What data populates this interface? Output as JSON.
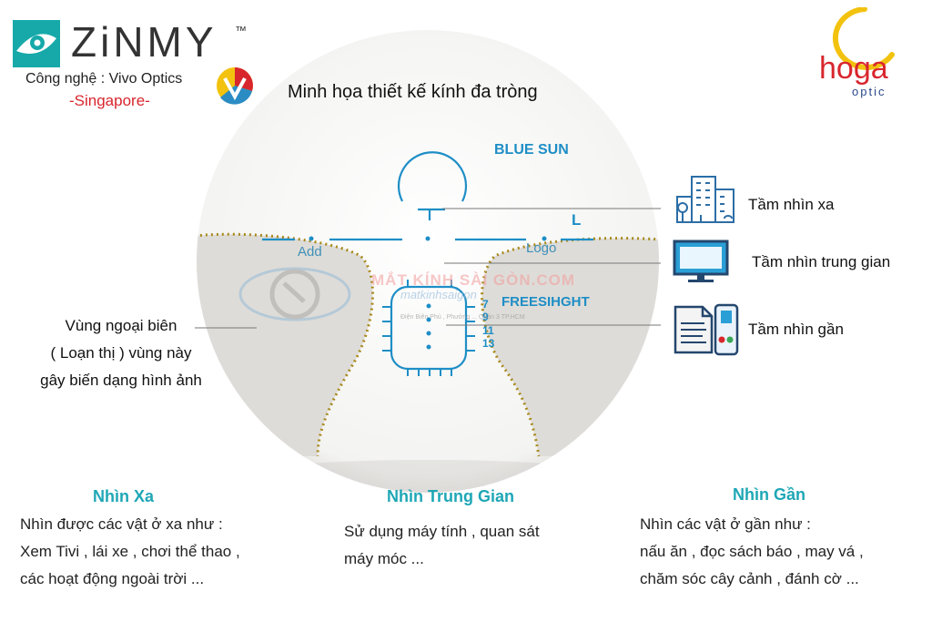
{
  "brand": {
    "name": "ZiNMY",
    "trademark": "™",
    "technology": "Công nghệ : Vivo Optics",
    "origin": "-Singapore-"
  },
  "partner": {
    "logo_main": "hoga",
    "logo_sub": "optic"
  },
  "diagram": {
    "title": "Minh họa thiết kế kính đa tròng",
    "blue_sun": "BLUE SUN",
    "freesight": "FREESIHGHT",
    "l_mark": "L",
    "add": "Add",
    "logo": "Logo",
    "zone_numbers": [
      "7",
      "9",
      "11",
      "13"
    ],
    "watermark": "MẮT KÍNH SÀI GÒN.COM",
    "watermark_sub": "matkinhsaigon",
    "watermark_address": "Điện Biên Phủ , Phường ... Quận 3 TP.HCM",
    "colors": {
      "lens_line": "#1e8ec6",
      "boundary_dots": "#a88a1e",
      "peripheral_zone": "#dedcd8"
    }
  },
  "legend": [
    {
      "icon": "city-buildings-icon",
      "label": "Tầm nhìn xa"
    },
    {
      "icon": "computer-monitor-icon",
      "label": "Tầm nhìn trung gian"
    },
    {
      "icon": "document-phone-icon",
      "label": "Tầm nhìn gần"
    }
  ],
  "peripheral_note": {
    "line1": "Vùng ngoại biên",
    "line2": "( Loạn thị ) vùng này",
    "line3": "gây biến dạng hình ảnh"
  },
  "columns": [
    {
      "title": "Nhìn Xa",
      "lines": [
        "Nhìn được các vật ở xa như :",
        "Xem Tivi , lái xe , chơi thể thao ,",
        "các hoạt động ngoài trời ..."
      ]
    },
    {
      "title": "Nhìn Trung Gian",
      "lines": [
        "Sử dụng máy tính , quan sát",
        "máy móc ..."
      ]
    },
    {
      "title": "Nhìn Gần",
      "lines": [
        "Nhìn các vật ở gần như :",
        "nấu ăn , đọc sách báo , may vá ,",
        "chăm sóc cây cảnh , đánh cờ ..."
      ]
    }
  ]
}
